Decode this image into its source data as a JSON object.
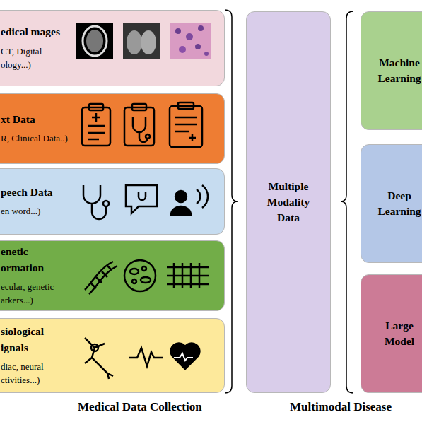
{
  "diagram": {
    "nodes": [
      {
        "text": [
          "edical mages",
          "CT, Digital ology...)"
        ]
      },
      {
        "text": [
          "xt Data",
          "R, Clinical Data..)"
        ]
      },
      {
        "text": [
          "peech Data",
          "en word...)"
        ]
      },
      {
        "text": [
          "enetic ormation",
          "ecular, genetic arkers...)"
        ]
      },
      {
        "text": [
          "siological ignals",
          "diac, neural ctivities...)"
        ]
      },
      {
        "text": [
          "Multiple Modality Data"
        ]
      },
      {
        "text": [
          "Machine Learning"
        ]
      },
      {
        "text": [
          "Deep Learning"
        ]
      },
      {
        "text": [
          "Large Model"
        ]
      }
    ],
    "labels": [
      "Medical Data Collection",
      "Multimodal Disease"
    ]
  }
}
